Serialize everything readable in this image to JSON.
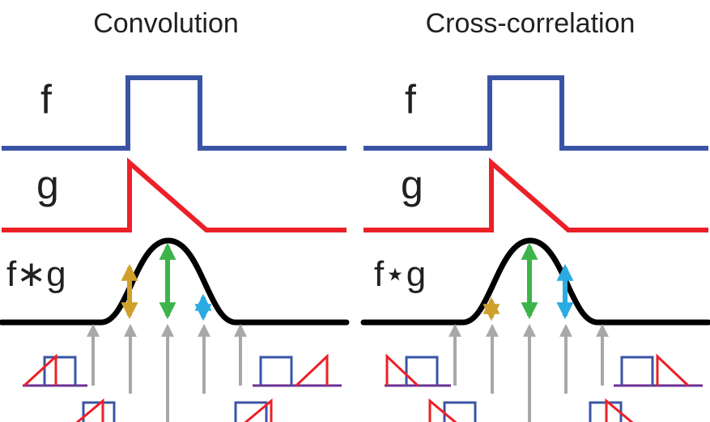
{
  "panels": {
    "left": {
      "title": "Convolution",
      "f_label": "f",
      "g_label": "g",
      "result_label": "f∗g"
    },
    "right": {
      "title": "Cross-correlation",
      "f_label": "f",
      "g_label": "g",
      "result_label": "f⋆g"
    }
  },
  "colors": {
    "signal_f": "#3a54a5",
    "signal_g": "#ec2027",
    "result": "#000000",
    "arrow_gold": "#cfa12b",
    "arrow_green": "#3cb44a",
    "arrow_cyan": "#2aabe2",
    "arrow_gray": "#a8a8a8",
    "thumb_baseline": "#6e3193",
    "title_text": "#231f20"
  }
}
